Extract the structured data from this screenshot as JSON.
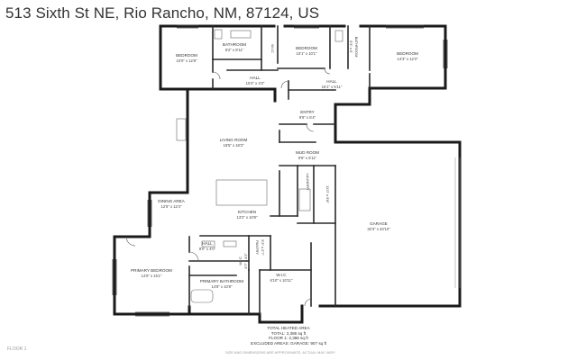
{
  "header": {
    "address": "513 Sixth St NE, Rio Rancho, NM, 87124, US"
  },
  "rooms": {
    "bedroom1": {
      "name": "BEDROOM",
      "dims": "10'0\" x 12'8\""
    },
    "bathroom1": {
      "name": "BATHROOM",
      "dims": "8'2\" x 8'11\""
    },
    "wic1": {
      "name": "W.I.C"
    },
    "bedroom2": {
      "name": "BEDROOM",
      "dims": "10'1\" x 10'1\""
    },
    "bathroom2": {
      "name": "BATHROOM",
      "dims": "5'3\" x 9'"
    },
    "bedroom3": {
      "name": "BEDROOM",
      "dims": "14'3\" x 12'3\""
    },
    "hall1": {
      "name": "HALL",
      "dims": "10'2\" x 3'3\""
    },
    "hall2": {
      "name": "HALL",
      "dims": "15'1\" x 5'11\""
    },
    "entry": {
      "name": "ENTRY",
      "dims": "9'9\" x 5'4\""
    },
    "living": {
      "name": "LIVING ROOM",
      "dims": "18'5\" x 18'3\""
    },
    "mudroom": {
      "name": "MUD ROOM",
      "dims": "9'9\" x 6'11\""
    },
    "laundry": {
      "name": "LAUNDRY",
      "dims": "11'0\" x 5'8\""
    },
    "dining": {
      "name": "DINING AREA",
      "dims": "12'6\" x 12'4\""
    },
    "kitchen": {
      "name": "KITCHEN",
      "dims": "13'2\" x 10'9\""
    },
    "garage": {
      "name": "GARAGE",
      "dims": "32'3\" x 33'10\""
    },
    "hall3": {
      "name": "HALL",
      "dims": "8'0\" x 4'0\""
    },
    "pantry": {
      "name": "PANTRY",
      "dims": "5'3\" x 2'7\""
    },
    "wic3": {
      "name": "W.I.C",
      "dims": "3'7\" x 3'2\""
    },
    "primary_bedroom": {
      "name": "PRIMARY BEDROOM",
      "dims": "14'0\" x 15'1\""
    },
    "primary_bath": {
      "name": "PRIMARY BATHROOM",
      "dims": "14'8\" x 10'8\""
    },
    "wic2": {
      "name": "W.I.C",
      "dims": "6'10\" x 10'11\""
    }
  },
  "totals": {
    "heading": "TOTAL HEATED AREA",
    "total": "TOTAL: 2,386 sq ft",
    "floor": "FLOOR 1: 2,386 sq ft",
    "excluded": "EXCLUDED AREAS: GARAGE: 907 sq ft"
  },
  "footer": {
    "floor_label": "FLOOR 1",
    "disclaimer": "SIZE AND DIMENSIONS ARE APPROXIMATE, ACTUAL MAY VARY"
  }
}
